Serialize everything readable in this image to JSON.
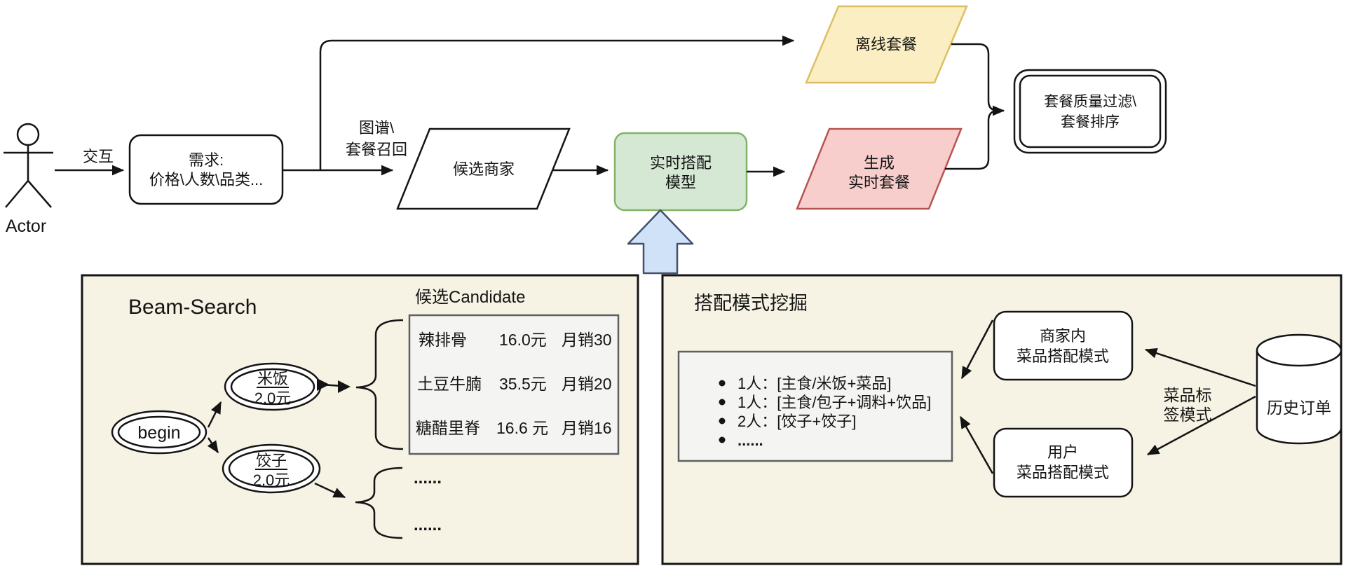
{
  "top_flow": {
    "actor_label": "Actor",
    "interaction_label": "交互",
    "demand_box": {
      "line1": "需求:",
      "line2": "价格\\人数\\品类..."
    },
    "recall_label": {
      "line1": "图谱\\",
      "line2": "套餐召回"
    },
    "candidate_merchants": "候选商家",
    "realtime_model": {
      "line1": "实时搭配",
      "line2": "模型"
    },
    "offline_combo": "离线套餐",
    "realtime_combo": {
      "line1": "生成",
      "line2": "实时套餐"
    },
    "quality_box": {
      "line1": "套餐质量过滤\\",
      "line2": "套餐排序"
    }
  },
  "beam_search_panel": {
    "title": "Beam-Search",
    "begin_node": "begin",
    "rice_node": {
      "line1": "米饭",
      "line2": "2.0元"
    },
    "dumpling_node": {
      "line1": "饺子",
      "line2": "2.0元"
    },
    "candidate_title": "候选Candidate",
    "candidate_rows": [
      {
        "name": "辣排骨",
        "price": "16.0元",
        "sales": "月销30"
      },
      {
        "name": "土豆牛腩",
        "price": "35.5元",
        "sales": "月销20"
      },
      {
        "name": "糖醋里脊",
        "price": "16.6 元",
        "sales": "月销16"
      }
    ],
    "ellipsis_rows": [
      "......",
      "......"
    ]
  },
  "pattern_panel": {
    "title": "搭配模式挖掘",
    "pattern_items": [
      "1人：[主食/米饭+菜品]",
      "1人：[主食/包子+调料+饮品]",
      "2人：[饺子+饺子]",
      "......"
    ],
    "merchant_pattern": {
      "line1": "商家内",
      "line2": "菜品搭配模式"
    },
    "user_pattern": {
      "line1": "用户",
      "line2": "菜品搭配模式"
    },
    "tag_pattern_label": {
      "line1": "菜品标",
      "line2": "签模式"
    },
    "history_orders": "历史订单"
  },
  "colors": {
    "panel_beige": "#f6f2e4",
    "green_fill": "#d5e8d4",
    "green_stroke": "#82b366",
    "pink_fill": "#f8cecc",
    "pink_stroke": "#b85450",
    "yellow_fill": "#fbeec3",
    "yellow_stroke": "#ddbf62",
    "blue_arrow_fill": "#cfe2f7",
    "blue_arrow_stroke": "#42516d",
    "gray_box_fill": "#f4f4f2",
    "gray_box_stroke": "#5f5f5f",
    "line_black": "#141414"
  }
}
